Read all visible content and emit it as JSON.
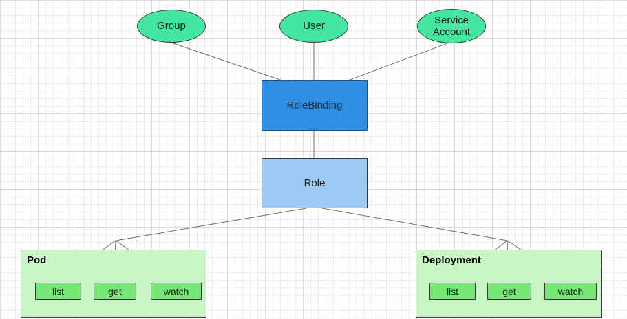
{
  "colors": {
    "actor-fill": "#45e6a0",
    "actor-stroke": "#3a3a3a",
    "rolebinding-fill": "#2f8ee3",
    "rolebinding-stroke": "#27527f",
    "role-fill": "#9bcbf5",
    "role-stroke": "#3a3a3a",
    "container-fill": "#c8f5c4",
    "container-stroke": "#3a3a3a",
    "verb-fill": "#77e877",
    "verb-stroke": "#3a3a3a",
    "edge": "#6e6e6e",
    "grid-minor": "#ececec",
    "grid-major": "#dcdcdc"
  },
  "diagram": {
    "actors": [
      {
        "label": "Group"
      },
      {
        "label": "User"
      },
      {
        "label": "Service Account"
      }
    ],
    "role_binding": {
      "label": "RoleBinding"
    },
    "role": {
      "label": "Role"
    },
    "resources": [
      {
        "label": "Pod",
        "verbs": [
          "list",
          "get",
          "watch"
        ]
      },
      {
        "label": "Deployment",
        "verbs": [
          "list",
          "get",
          "watch"
        ]
      }
    ]
  }
}
